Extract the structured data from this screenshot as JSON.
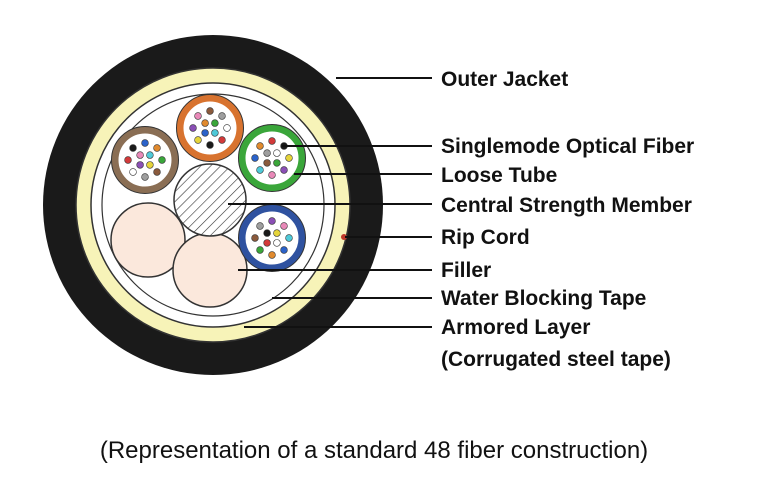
{
  "labels": {
    "outer_jacket": "Outer Jacket",
    "singlemode_fiber": "Singlemode Optical Fiber",
    "loose_tube": "Loose Tube",
    "central_strength_member": "Central Strength Member",
    "rip_cord": "Rip Cord",
    "filler": "Filler",
    "water_blocking_tape": "Water Blocking Tape",
    "armored_layer": "Armored Layer",
    "armored_layer_note": "(Corrugated steel tape)"
  },
  "caption": "(Representation of a standard 48 fiber construction)",
  "colors": {
    "outer_jacket": "#1a1a1a",
    "armor": "#f7f3b8",
    "inner_sheath": "#ffffff",
    "tube_brown": "#8a6e54",
    "tube_orange": "#d8732f",
    "tube_green": "#3aa63a",
    "tube_blue": "#2f52a0",
    "filler": "#fbe8dc",
    "rip_cord": "#c0392b",
    "fiber_colors": [
      "#2b62c9",
      "#e08a2e",
      "#3aa63a",
      "#8a5a3c",
      "#9e9e9e",
      "#ffffff",
      "#d23a3a",
      "#1a1a1a",
      "#e5d43a",
      "#8a4fb5",
      "#e889b8",
      "#4fc9d8"
    ]
  }
}
